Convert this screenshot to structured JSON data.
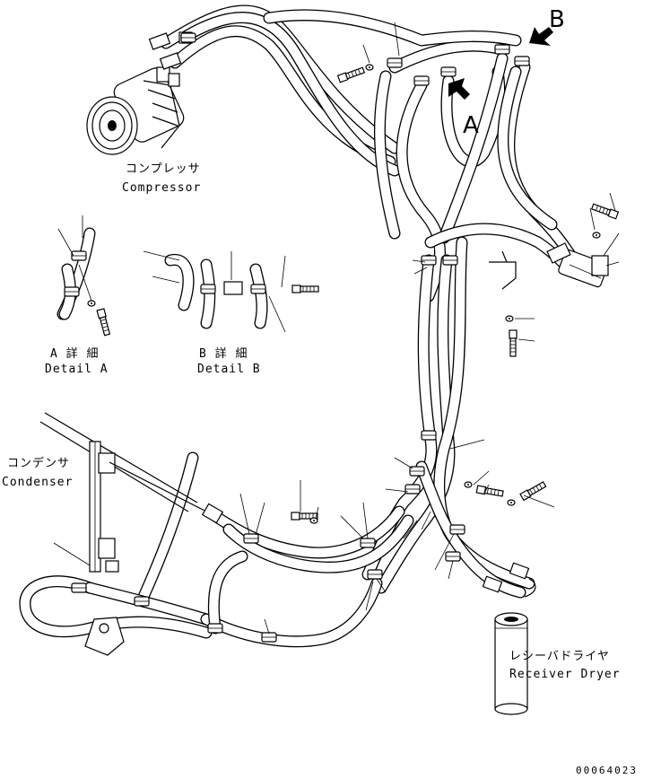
{
  "labels": {
    "compressor_jp": "コンプレッサ",
    "compressor_en": "Compressor",
    "condenser_jp": "コンデンサ",
    "condenser_en": "Condenser",
    "receiver_jp": "レシーバドライヤ",
    "receiver_en": "Receiver Dryer",
    "detail_a_jp": "A 詳 細",
    "detail_a_en": "Detail A",
    "detail_b_jp": "B 詳 細",
    "detail_b_en": "Detail B",
    "view_a": "A",
    "view_b": "B",
    "drawing_code": "00064023"
  }
}
